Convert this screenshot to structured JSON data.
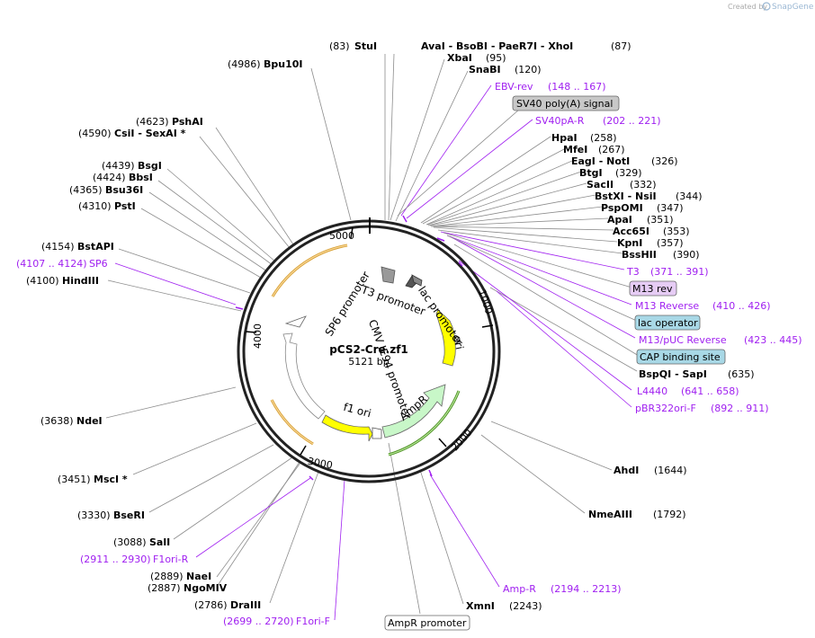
{
  "watermark": "Created by",
  "brand": "SnapGene",
  "plasmid": {
    "name": "pCS2-Cre.zf1",
    "length": "5121 bp"
  },
  "ticks": [
    "5000",
    "1000",
    "2000",
    "3000",
    "4000"
  ],
  "features": {
    "sp6_promoter": "SP6 promoter",
    "cmv_promoter": "CMV IE94 promoter",
    "t3_promoter": "T3 promoter",
    "lac_promoter": "lac promoter",
    "ori": "ori",
    "ampr": "AmpR",
    "f1_ori": "f1 ori"
  },
  "sites": [
    {
      "pos": "(83)",
      "name": "StuI"
    },
    {
      "pos": "(4986)",
      "name": "Bpu10I"
    },
    {
      "pos": "(4623)",
      "name": "PshAI"
    },
    {
      "pos": "(4590)",
      "name": "CsiI   - SexAI *"
    },
    {
      "pos": "(4439)",
      "name": "BsgI"
    },
    {
      "pos": "(4424)",
      "name": "BbsI"
    },
    {
      "pos": "(4365)",
      "name": "Bsu36I"
    },
    {
      "pos": "(4310)",
      "name": "PstI"
    },
    {
      "pos": "(4154)",
      "name": "BstAPI"
    },
    {
      "pos": "(4100)",
      "name": "HindIII"
    },
    {
      "pos": "(3638)",
      "name": "NdeI"
    },
    {
      "pos": "(3451)",
      "name": "MscI *"
    },
    {
      "pos": "(3330)",
      "name": "BseRI"
    },
    {
      "pos": "(3088)",
      "name": "SalI"
    },
    {
      "pos": "(2889)",
      "name": "NaeI"
    },
    {
      "pos": "(2887)",
      "name": "NgoMIV"
    },
    {
      "pos": "(2786)",
      "name": "DraIII"
    },
    {
      "name": "AvaI   - BsoBI   - PaeR7I   - XhoI",
      "pos": "(87)"
    },
    {
      "name": "XbaI",
      "pos": "(95)"
    },
    {
      "name": "SnaBI",
      "pos": "(120)"
    },
    {
      "name": "HpaI",
      "pos": "(258)"
    },
    {
      "name": "MfeI",
      "pos": "(267)"
    },
    {
      "name": "EagI   - NotI",
      "pos": "(326)"
    },
    {
      "name": "BtgI",
      "pos": "(329)"
    },
    {
      "name": "SacII",
      "pos": "(332)"
    },
    {
      "name": "BstXI   - NsiI",
      "pos": "(344)"
    },
    {
      "name": "PspOMI",
      "pos": "(347)"
    },
    {
      "name": "ApaI",
      "pos": "(351)"
    },
    {
      "name": "Acc65I",
      "pos": "(353)"
    },
    {
      "name": "KpnI",
      "pos": "(357)"
    },
    {
      "name": "BssHII",
      "pos": "(390)"
    },
    {
      "name": "BspQI   - SapI",
      "pos": "(635)"
    },
    {
      "name": "AhdI",
      "pos": "(1644)"
    },
    {
      "name": "NmeAIII",
      "pos": "(1792)"
    },
    {
      "name": "XmnI",
      "pos": "(2243)"
    }
  ],
  "primers": [
    {
      "name": "EBV-rev",
      "range": "(148 .. 167)"
    },
    {
      "name": "SV40pA-R",
      "range": "(202 .. 221)"
    },
    {
      "name": "T3",
      "range": "(371 .. 391)"
    },
    {
      "name": "M13 Reverse",
      "range": "(410 .. 426)"
    },
    {
      "name": "M13/pUC Reverse",
      "range": "(423 .. 445)"
    },
    {
      "name": "L4440",
      "range": "(641 .. 658)"
    },
    {
      "name": "pBR322ori-F",
      "range": "(892 .. 911)"
    },
    {
      "name": "Amp-R",
      "range": "(2194 .. 2213)"
    },
    {
      "name": "SP6",
      "range": "(4107 .. 4124)"
    },
    {
      "name": "F1ori-R",
      "range": "(2911 .. 2930)"
    },
    {
      "name": "F1ori-F",
      "range": "(2699 .. 2720)"
    }
  ],
  "boxed": [
    {
      "name": "SV40 poly(A) signal"
    },
    {
      "name": "M13 rev"
    },
    {
      "name": "lac operator"
    },
    {
      "name": "CAP binding site"
    },
    {
      "name": "AmpR promoter"
    }
  ],
  "colors": {
    "primer": "#a020f0",
    "ampr_fill": "#c8f7c8",
    "ori_fill": "#ffff00",
    "f1_fill": "#ffff00",
    "sv40_box": "#c8c8c8",
    "m13rev_box": "#e6ccf5",
    "lac_box": "#a8d8e6",
    "cap_box": "#a8d8e6"
  }
}
